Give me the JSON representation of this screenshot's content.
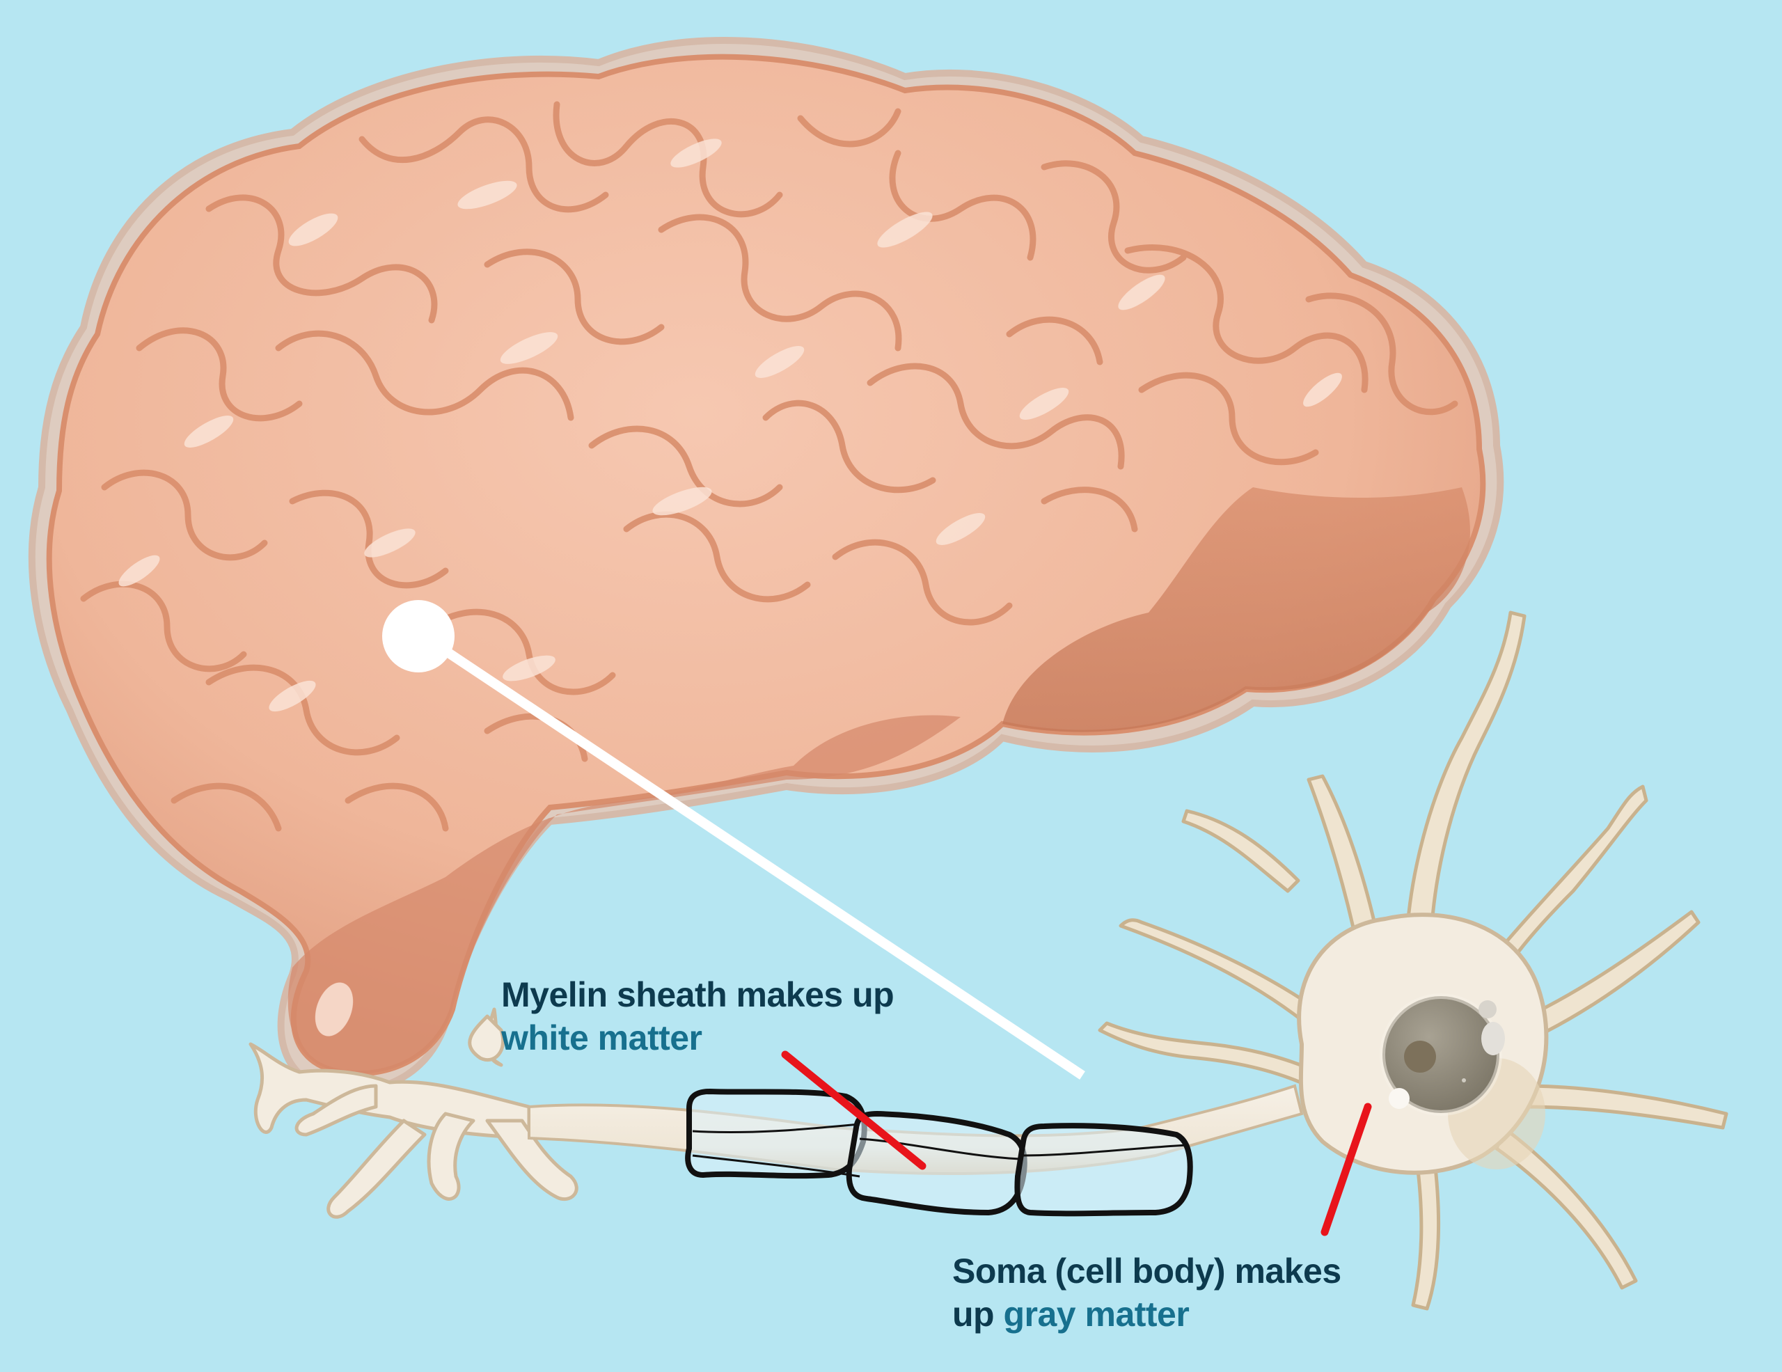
{
  "diagram": {
    "subject": "Brain white matter and gray matter with neuron illustration",
    "colors": {
      "background": "#b6e6f2",
      "brain_fill": "#efb69a",
      "brain_outline": "#d98f6e",
      "brain_shadow": "#c97a5a",
      "neuron_fill": "#f3ece0",
      "neuron_outline": "#cdb89a",
      "nucleus": "#9c968a",
      "myelin_outline": "#111111",
      "pointer_line": "#ffffff",
      "indicator_line": "#e8141b",
      "label_text": "#0d3a4e",
      "label_accent": "#17708e"
    },
    "elements": {
      "brain": "brain-illustration",
      "pointer": "white-dot-pointer",
      "neuron": "neuron-illustration",
      "myelin_segments": 3
    }
  },
  "labels": {
    "myelin": {
      "line1": "Myelin sheath makes up",
      "line2_accent": "white matter"
    },
    "soma": {
      "line1": "Soma (cell body) makes",
      "line2_prefix": "up ",
      "line2_accent": "gray matter"
    }
  }
}
